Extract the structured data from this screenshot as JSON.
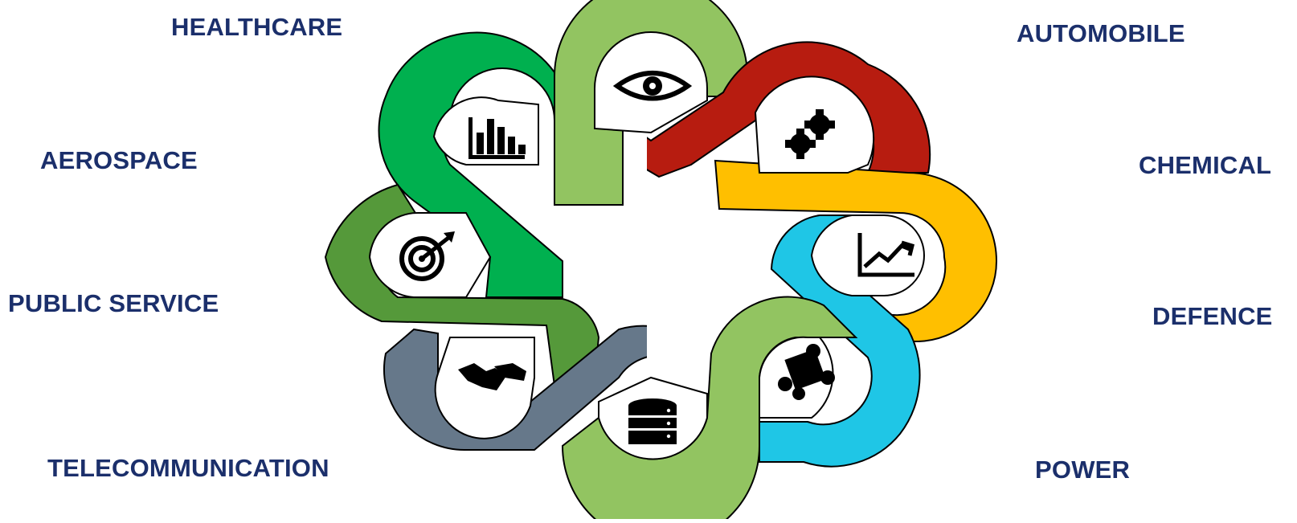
{
  "industries": [
    {
      "label": "HEALTHCARE"
    },
    {
      "label": "AUTOMOBILE"
    },
    {
      "label": "AEROSPACE"
    },
    {
      "label": "CHEMICAL"
    },
    {
      "label": "PUBLIC SERVICE"
    },
    {
      "label": "DEFENCE"
    },
    {
      "label": "TELECOMMUNICATION"
    },
    {
      "label": "POWER"
    }
  ],
  "loops": [
    {
      "color": "#92c461",
      "icon": "eye-icon"
    },
    {
      "color": "#b71c10",
      "icon": "gears-icon"
    },
    {
      "color": "#ffbf00",
      "icon": "trend-chart-icon"
    },
    {
      "color": "#1fc6e6",
      "icon": "puzzle-icon"
    },
    {
      "color": "#92c461",
      "icon": "database-icon"
    },
    {
      "color": "#66788a",
      "icon": "handshake-icon"
    },
    {
      "color": "#55993a",
      "icon": "target-icon"
    },
    {
      "color": "#00b04f",
      "icon": "bar-chart-icon"
    }
  ]
}
